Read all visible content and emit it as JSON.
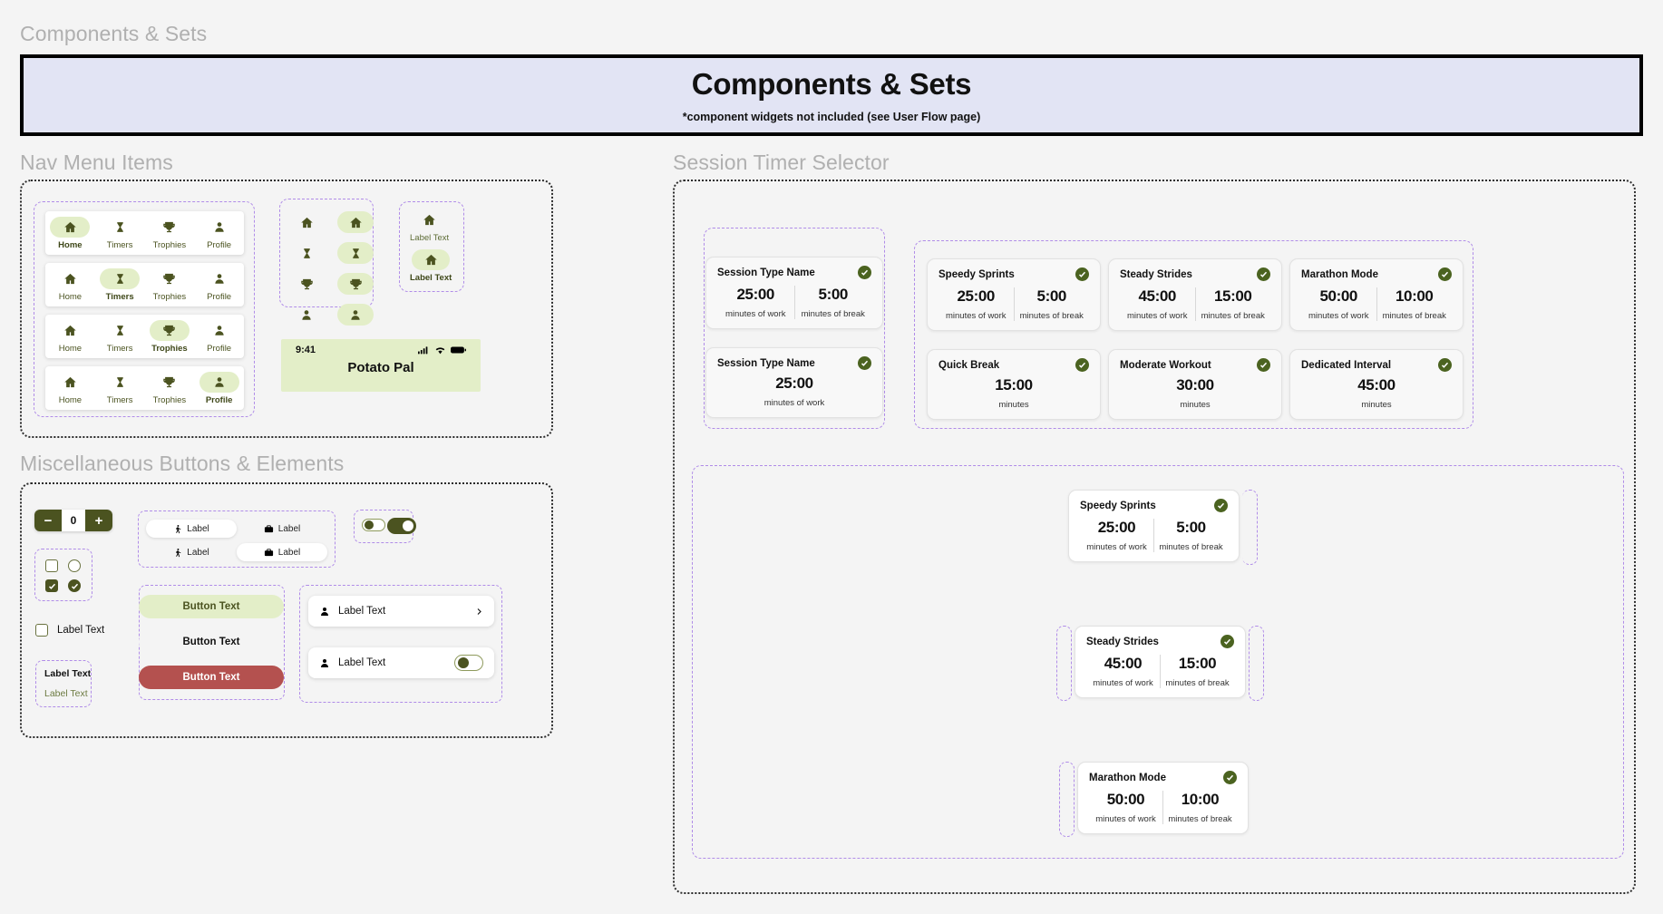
{
  "page": {
    "title": "Components & Sets",
    "banner_title": "Components & Sets",
    "banner_subtitle": "*component widgets not included (see User Flow page)"
  },
  "sections": {
    "nav": "Nav Menu Items",
    "misc": "Miscellaneous Buttons & Elements",
    "session": "Session Timer Selector"
  },
  "nav": {
    "items": [
      "Home",
      "Timers",
      "Trophies",
      "Profile"
    ],
    "icons": [
      "home-icon",
      "hourglass-icon",
      "trophy-icon",
      "person-icon"
    ],
    "active_index": [
      0,
      1,
      2,
      3
    ],
    "label_component": {
      "inactive": "Label Text",
      "active": "Label Text"
    }
  },
  "phone": {
    "time": "9:41",
    "app_name": "Potato Pal",
    "icons": [
      "cellular-icon",
      "wifi-icon",
      "battery-icon"
    ]
  },
  "misc": {
    "stepper": {
      "minus": "−",
      "value": "0",
      "plus": "+"
    },
    "segmented": {
      "row1": [
        {
          "icon": "walking-icon",
          "label": "Label",
          "selected": true
        },
        {
          "icon": "briefcase-icon",
          "label": "Label",
          "selected": false
        }
      ],
      "row2": [
        {
          "icon": "walking-icon",
          "label": "Label",
          "selected": false
        },
        {
          "icon": "briefcase-icon",
          "label": "Label",
          "selected": true
        }
      ]
    },
    "checkbox_label": "Label Text",
    "label_stack": {
      "primary": "Label Text",
      "secondary": "Label Text"
    },
    "buttons": [
      {
        "label": "Button Text",
        "variant": "green"
      },
      {
        "label": "Button Text",
        "variant": "ghost"
      },
      {
        "label": "Button Text",
        "variant": "red"
      }
    ],
    "list_rows": [
      {
        "icon": "person-icon",
        "label": "Label Text",
        "trailing": "chevron-right-icon"
      },
      {
        "icon": "person-icon",
        "label": "Label Text",
        "trailing": "toggle-off"
      }
    ]
  },
  "session": {
    "group1": [
      {
        "name": "Session Type Name",
        "work": "25:00",
        "work_cap": "minutes of work",
        "break": "5:00",
        "break_cap": "minutes of break",
        "checked": true
      },
      {
        "name": "Session Type Name",
        "work": "25:00",
        "work_cap": "minutes of work",
        "checked": true,
        "single": true
      }
    ],
    "group2": [
      {
        "name": "Speedy Sprints",
        "work": "25:00",
        "work_cap": "minutes of work",
        "break": "5:00",
        "break_cap": "minutes of break",
        "checked": true
      },
      {
        "name": "Steady Strides",
        "work": "45:00",
        "work_cap": "minutes of work",
        "break": "15:00",
        "break_cap": "minutes of break",
        "checked": true
      },
      {
        "name": "Marathon Mode",
        "work": "50:00",
        "work_cap": "minutes of work",
        "break": "10:00",
        "break_cap": "minutes of break",
        "checked": true
      },
      {
        "name": "Quick Break",
        "work": "15:00",
        "work_cap": "minutes",
        "checked": true,
        "single": true
      },
      {
        "name": "Moderate Workout",
        "work": "30:00",
        "work_cap": "minutes",
        "checked": true,
        "single": true
      },
      {
        "name": "Dedicated Interval",
        "work": "45:00",
        "work_cap": "minutes",
        "checked": true,
        "single": true
      }
    ],
    "group3": [
      {
        "name": "Speedy Sprints",
        "work": "25:00",
        "work_cap": "minutes of work",
        "break": "5:00",
        "break_cap": "minutes of break",
        "checked": true
      },
      {
        "name": "Steady Strides",
        "work": "45:00",
        "work_cap": "minutes of work",
        "break": "15:00",
        "break_cap": "minutes of break",
        "checked": true
      },
      {
        "name": "Marathon Mode",
        "work": "50:00",
        "work_cap": "minutes of work",
        "break": "10:00",
        "break_cap": "minutes of break",
        "checked": true
      }
    ]
  },
  "colors": {
    "olive": "#4b5320",
    "light_green": "#e3eec8",
    "banner_bg": "#e2e4f4",
    "red": "#b4514f",
    "check_green": "#4b6320"
  }
}
